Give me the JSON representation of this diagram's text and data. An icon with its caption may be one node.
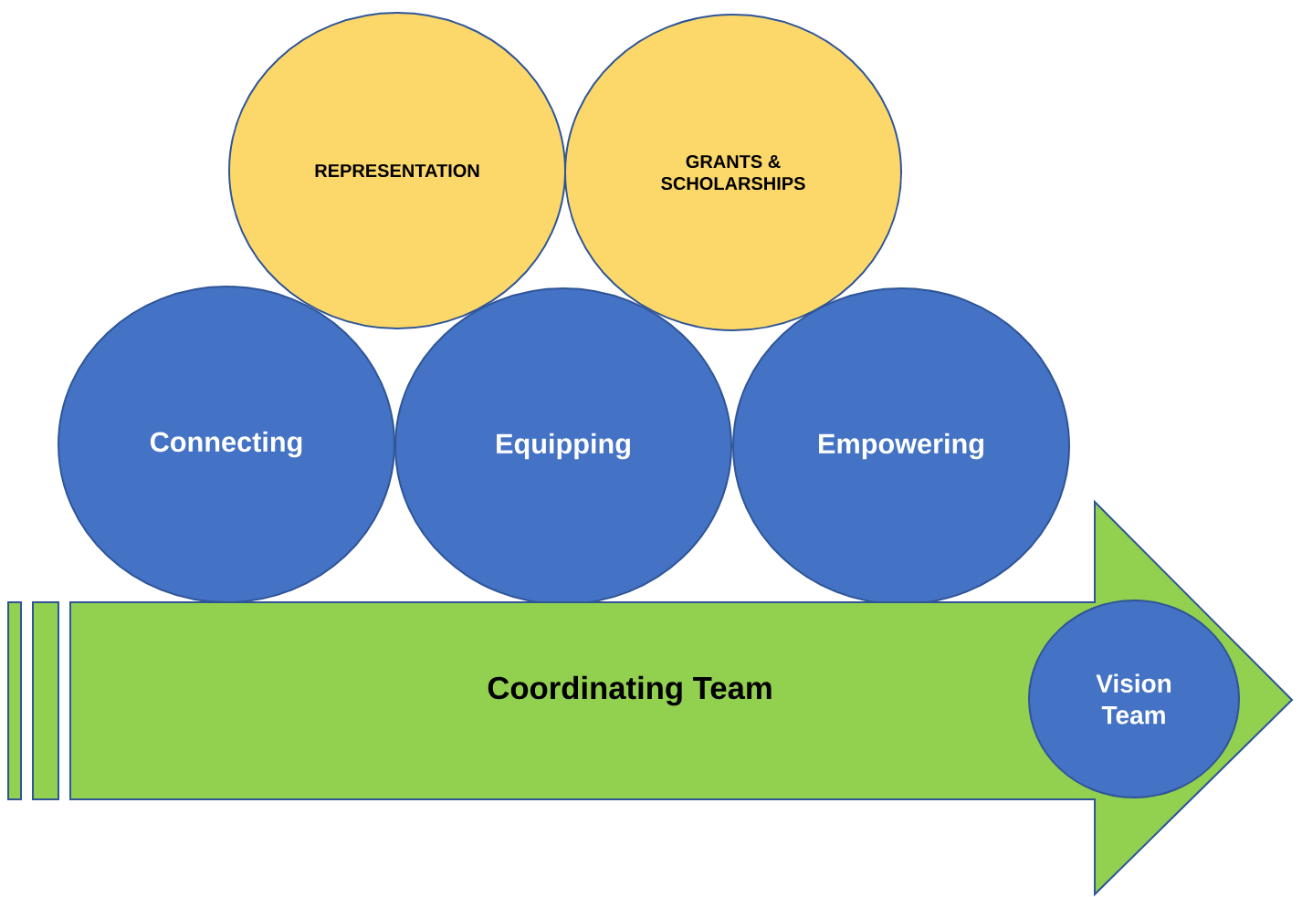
{
  "diagram": {
    "nodes": [
      {
        "text": [
          "REPRESENTATION"
        ]
      },
      {
        "text": [
          "GRANTS & SCHOLARSHIPS"
        ]
      },
      {
        "text": [
          "Connecting"
        ]
      },
      {
        "text": [
          "Equipping"
        ]
      },
      {
        "text": [
          "Empowering"
        ]
      },
      {
        "text": [
          "Coordinating Team"
        ]
      },
      {
        "text": [
          "Vision Team"
        ],
        "in": 5
      }
    ]
  }
}
